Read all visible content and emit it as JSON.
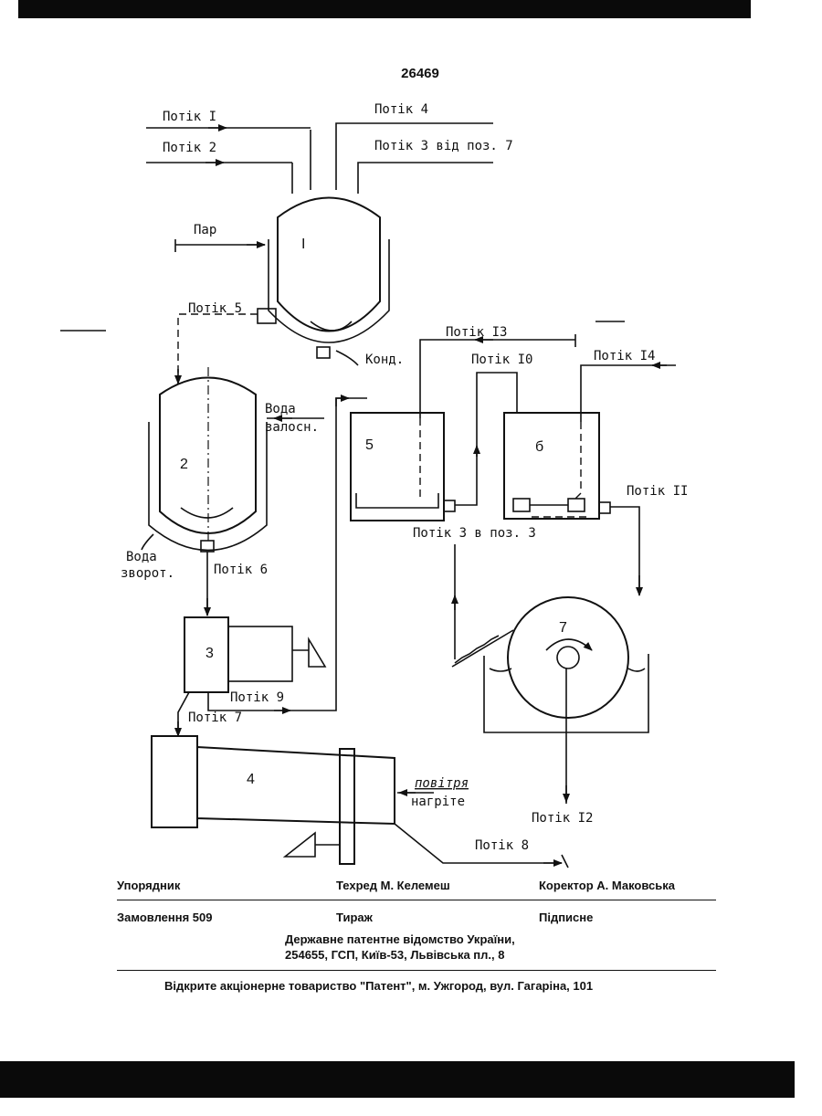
{
  "header": {
    "patent_number": "26469"
  },
  "diagram": {
    "units": {
      "u1": "I",
      "u2": "2",
      "u3": "3",
      "u4": "4",
      "u5": "5",
      "u6": "б",
      "u7": "7"
    },
    "labels": {
      "flow1": "Потік І",
      "flow2": "Потік 2",
      "flow4": "Потік 4",
      "flow3": "Потік 3 від поз. 7",
      "steam": "Пар",
      "flow5": "Потік 5",
      "condensate": "Конд.",
      "flow13": "Потік І3",
      "flow10": "Потік І0",
      "flow14": "Потік І4",
      "water_in_1": "Вода",
      "water_in_2": "залосн.",
      "water_out_1": "Вода",
      "water_out_2": "зворот.",
      "flow6": "Потік 6",
      "flow11": "Потік ІІ",
      "flow3_to3": "Потік 3 в поз. 3",
      "flow9": "Потік 9",
      "flow7": "Потік 7",
      "air_1": "повітря",
      "air_2": "нагріте",
      "flow12": "Потік І2",
      "flow8": "Потік 8"
    }
  },
  "imprint": {
    "compiler": "Упорядник",
    "techeditor": "Техред М. Келемеш",
    "corrector": "Коректор А. Маковська",
    "order": "Замовлення 509",
    "circulation": "Тираж",
    "subscription": "Підписне",
    "office_line1": "Державне патентне відомство України,",
    "office_line2": "254655, ГСП, Київ-53, Львівська пл., 8",
    "printer": "Відкрите акціонерне товариство \"Патент\", м. Ужгород, вул. Гагаріна, 101"
  }
}
